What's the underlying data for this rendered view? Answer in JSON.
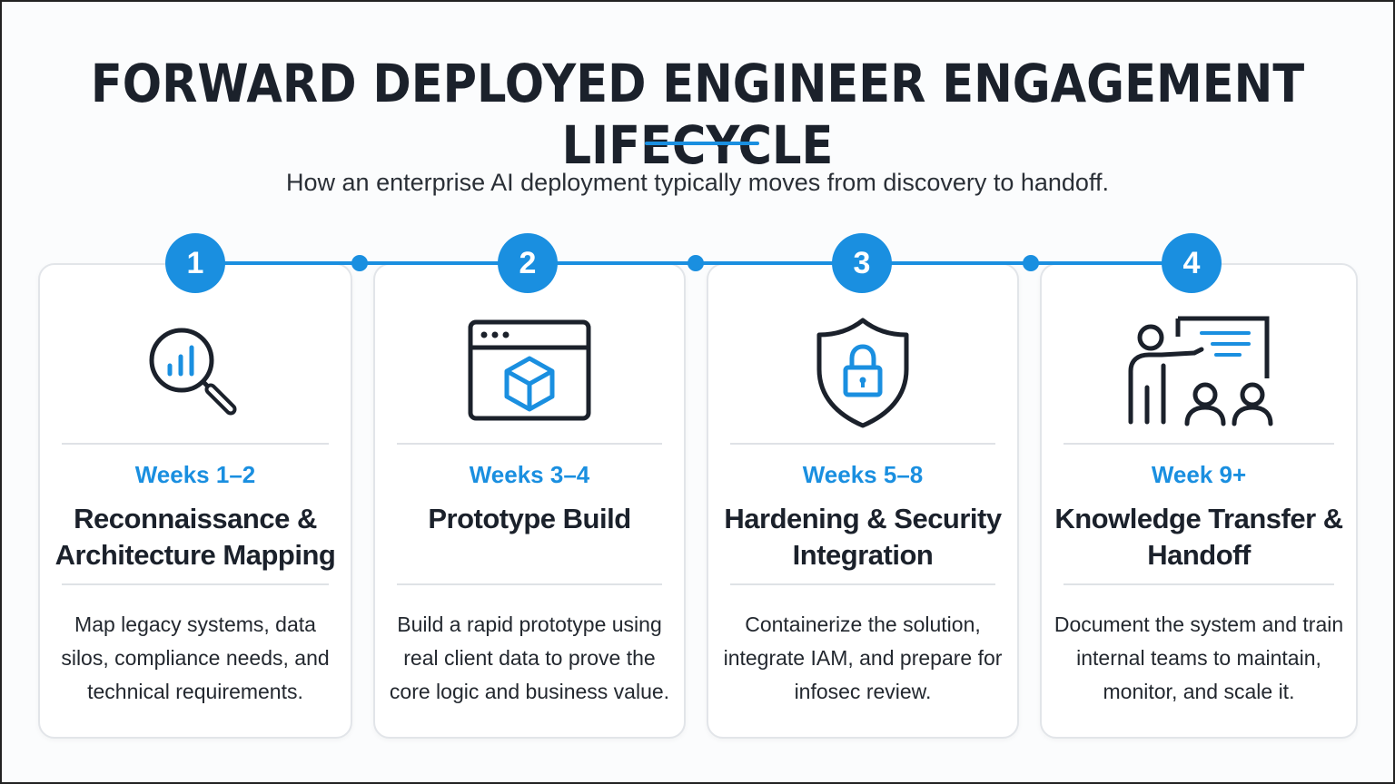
{
  "title": "FORWARD DEPLOYED ENGINEER ENGAGEMENT LIFECYCLE",
  "subtitle": "How an enterprise AI deployment typically moves from discovery to handoff.",
  "colors": {
    "accent": "#1a8fe0",
    "text": "#1b212b",
    "border": "#e2e5e9"
  },
  "stages": [
    {
      "number": "1",
      "icon": "magnifier-chart-icon",
      "weeks": "Weeks 1–2",
      "phase": "Reconnaissance & Architecture Mapping",
      "description": "Map legacy systems, data silos, compliance needs, and technical requirements."
    },
    {
      "number": "2",
      "icon": "browser-cube-icon",
      "weeks": "Weeks 3–4",
      "phase": "Prototype Build",
      "description": "Build a rapid prototype using real client data to prove the core logic and business value."
    },
    {
      "number": "3",
      "icon": "shield-lock-icon",
      "weeks": "Weeks 5–8",
      "phase": "Hardening & Security Integration",
      "description": "Containerize the solution, integrate IAM, and prepare for infosec review."
    },
    {
      "number": "4",
      "icon": "presenter-board-icon",
      "weeks": "Week 9+",
      "phase": "Knowledge Transfer & Handoff",
      "description": "Document the system and train internal teams to maintain, monitor, and scale it."
    }
  ]
}
